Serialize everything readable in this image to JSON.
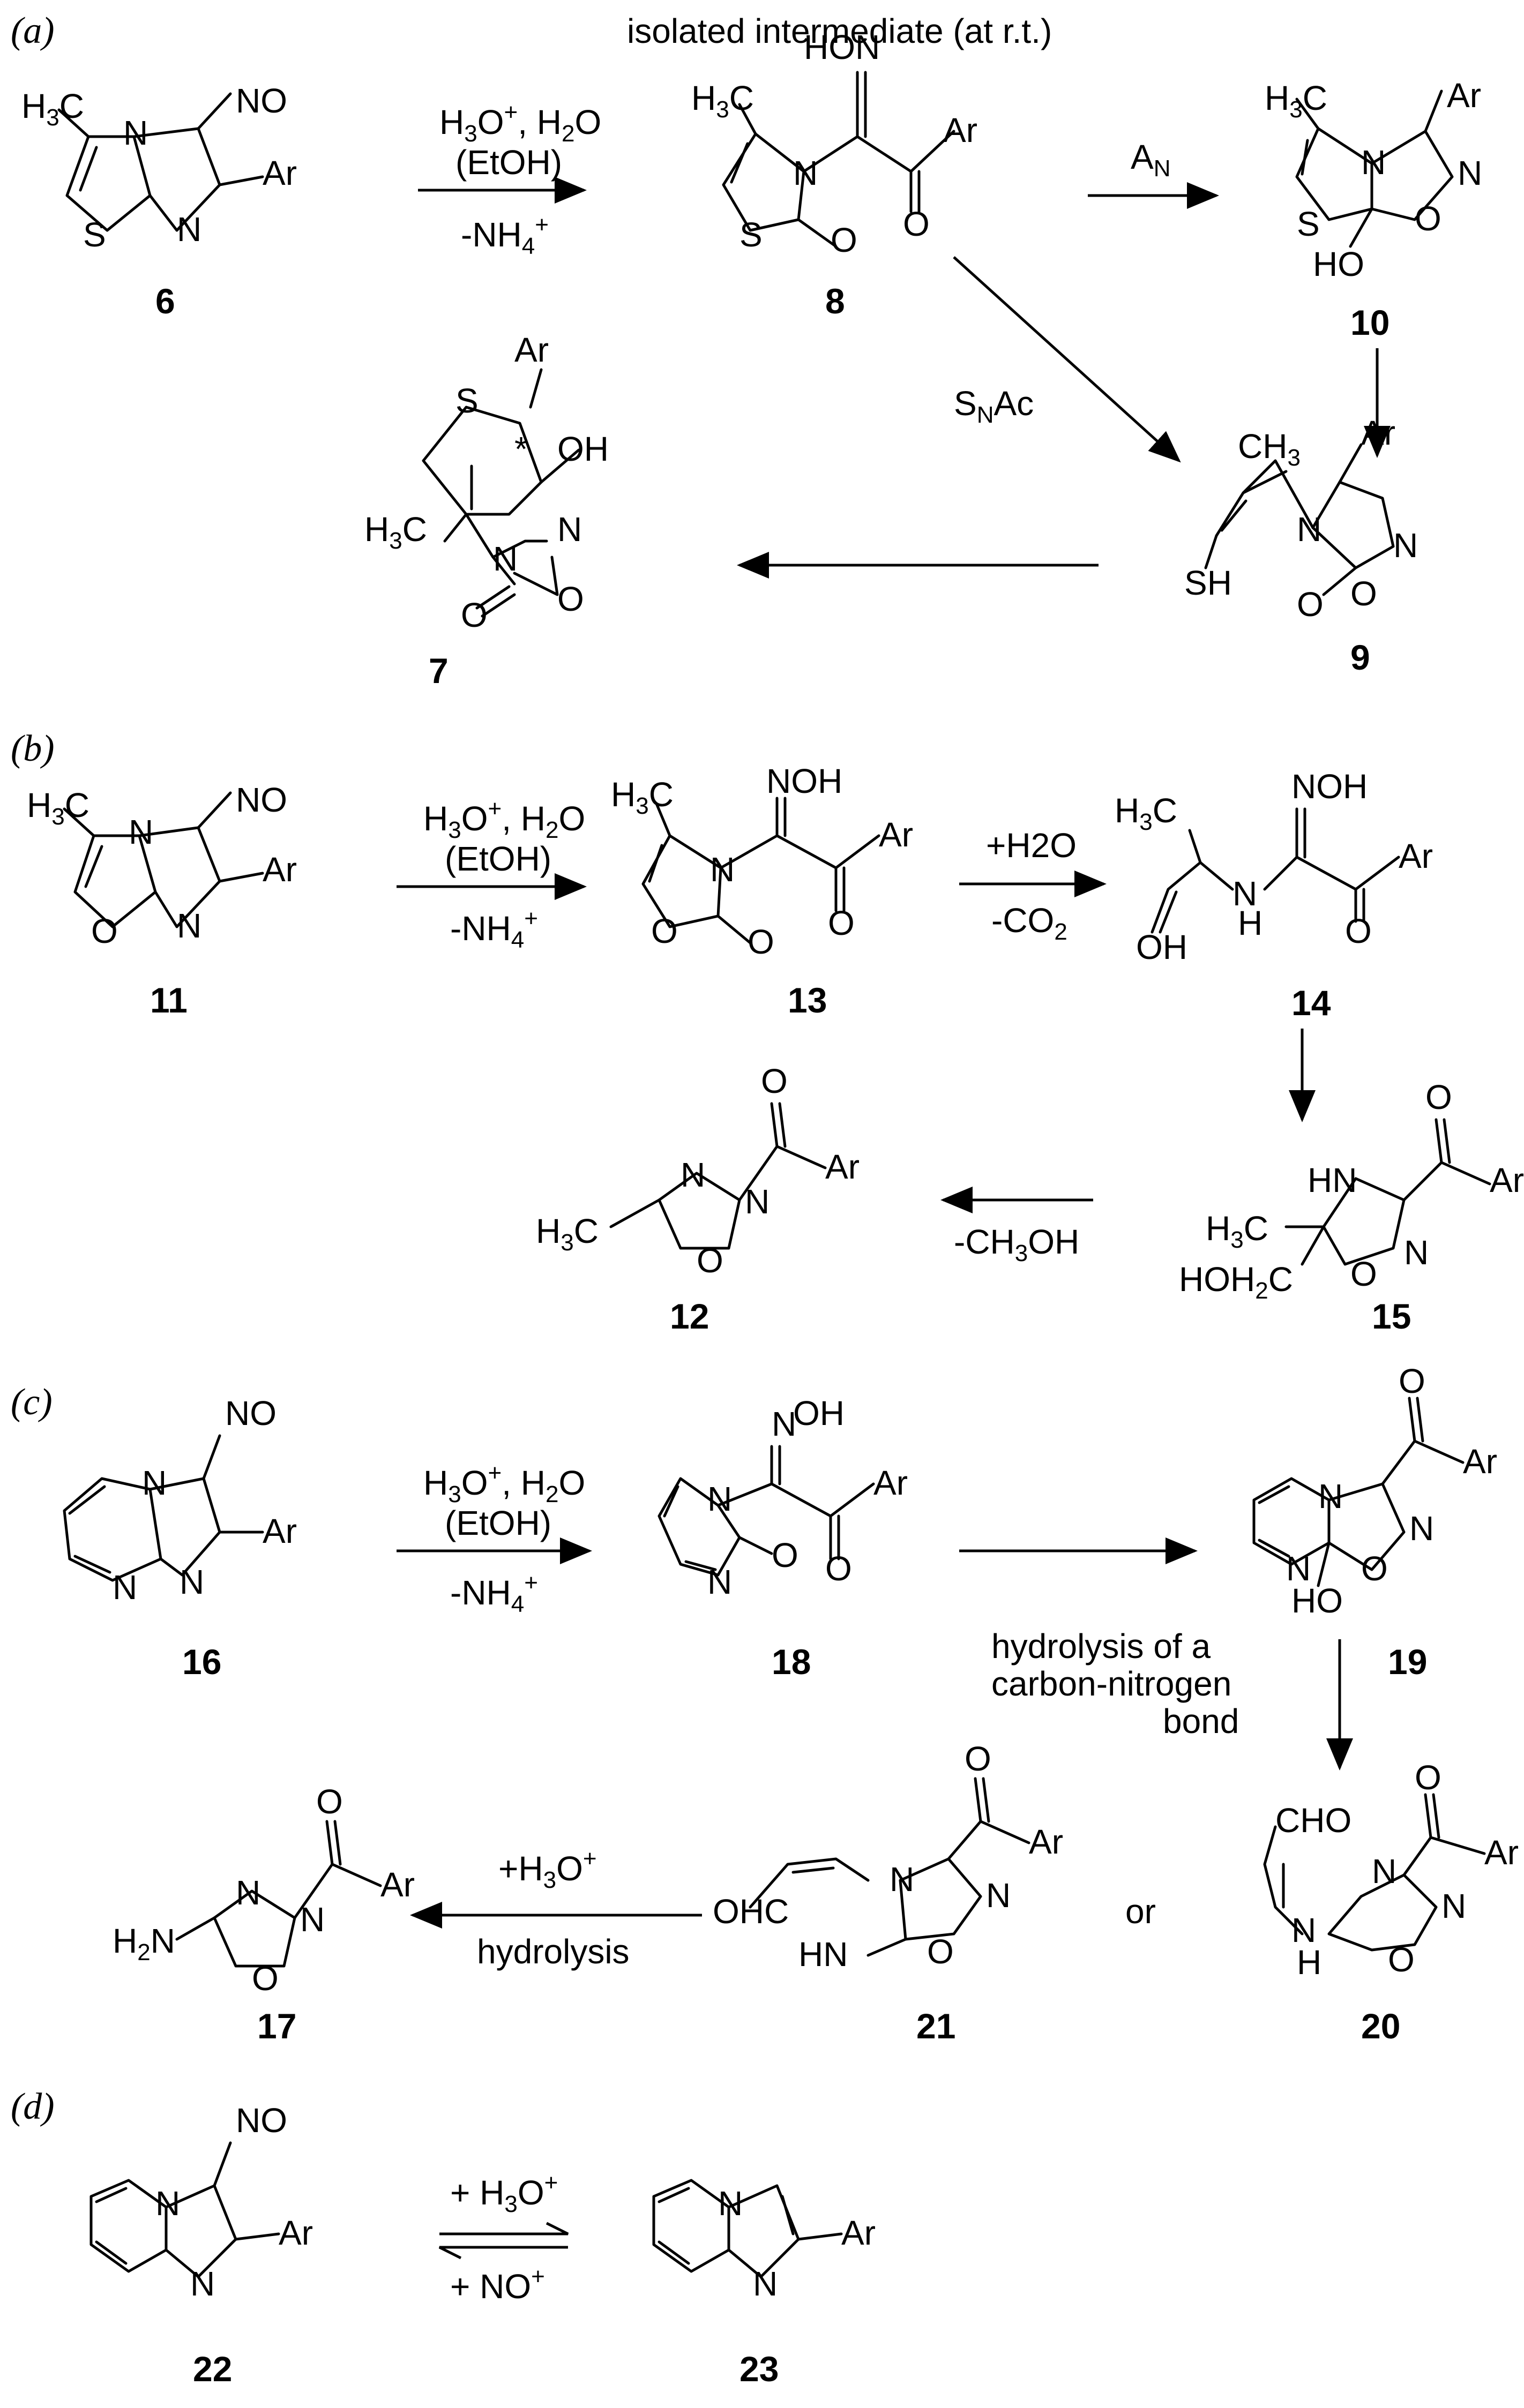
{
  "sections": {
    "a": {
      "label": "(a)",
      "header": "isolated intermediate (at r.t.)"
    },
    "b": {
      "label": "(b)"
    },
    "c": {
      "label": "(c)"
    },
    "d": {
      "label": "(d)"
    }
  },
  "compounds": {
    "c6": "6",
    "c7": "7",
    "c8": "8",
    "c9": "9",
    "c10": "10",
    "c11": "11",
    "c12": "12",
    "c13": "13",
    "c14": "14",
    "c15": "15",
    "c16": "16",
    "c17": "17",
    "c18": "18",
    "c19": "19",
    "c20": "20",
    "c21": "21",
    "c22": "22",
    "c23": "23"
  },
  "conditions": {
    "acid_top": "H3O+, H2O",
    "acid_mid": "(EtOH)",
    "acid_bottom": "-NH4+",
    "a_an": "AN",
    "a_snac": "SNAc",
    "b_add": "+H2O",
    "b_co2": "-CO2",
    "b_meoh": "-CH3OH",
    "c_hydro_1": "hydrolysis of a",
    "c_hydro_2": "carbon-nitrogen",
    "c_hydro_3": "bond",
    "c_or": "or",
    "c_h3o": "+H3O+",
    "c_hydrolysis": "hydrolysis",
    "d_h3o": "+ H3O+",
    "d_no": "+ NO+"
  }
}
